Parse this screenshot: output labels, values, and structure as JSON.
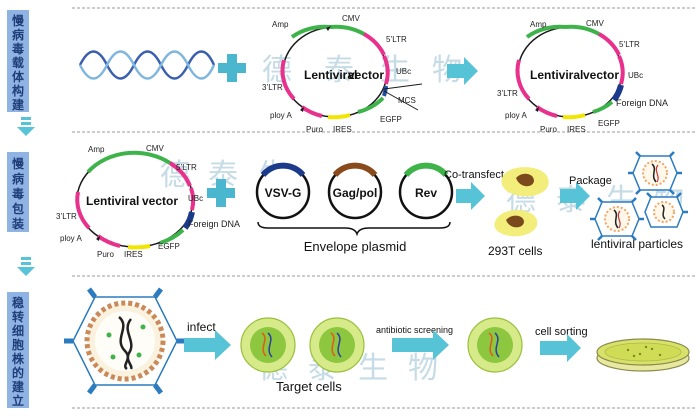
{
  "sections": [
    {
      "label_chars": [
        "慢",
        "病",
        "毒",
        "载",
        "体",
        "构",
        "建"
      ]
    },
    {
      "label_chars": [
        "慢",
        "病",
        "毒",
        "包",
        "装"
      ]
    },
    {
      "label_chars": [
        "稳",
        "转",
        "细",
        "胞",
        "株",
        "的",
        "建",
        "立"
      ]
    }
  ],
  "watermark": {
    "chars": [
      "德",
      "泰",
      "生",
      "物"
    ]
  },
  "plasmid": {
    "title_a": "Lentiviral",
    "title_b": "vector",
    "labels": {
      "amp": "Amp",
      "cmv": "CMV",
      "ltr5": "5’LTR",
      "ubc": "UBc",
      "ltr3": "3’LTR",
      "ploya": "ploy A",
      "puro": "Puro",
      "ires": "IRES",
      "egfp": "EGFP",
      "mcs": "MCS",
      "foreign": "Foreign DNA"
    }
  },
  "envelope": {
    "plasmids": [
      "VSV-G",
      "Gag/pol",
      "Rev"
    ],
    "label": "Envelope  plasmid"
  },
  "packaging": {
    "cotransfect": "Co-transfect",
    "cells": "293T cells",
    "package": "Package",
    "particles": "lentiviral particles"
  },
  "stable": {
    "infect": "infect",
    "target": "Target cells",
    "screening": "antibiotic screening",
    "sorting": "cell sorting"
  },
  "colors": {
    "section_label_bg": "#8fb3e3",
    "section_label_text": "#1f3e7a",
    "arrow": "#57c3d6",
    "plus": "#4ab7cf",
    "dna_strand_a": "#3a5fae",
    "dna_strand_b": "#7fb6de",
    "magenta": "#e8308c",
    "green": "#3db34a",
    "blue_dark": "#1f4e9c",
    "yellow": "#f2e600",
    "navy": "#1b3a8c",
    "brown": "#8b4a1c",
    "cell_yellow": "#f3ee7c",
    "cell_green": "#d6ea8a",
    "nucleus_green": "#8dc63f",
    "virus_orange": "#f4a460",
    "virus_blue": "#2b7bbf",
    "watermark": "#c5dbe6"
  }
}
